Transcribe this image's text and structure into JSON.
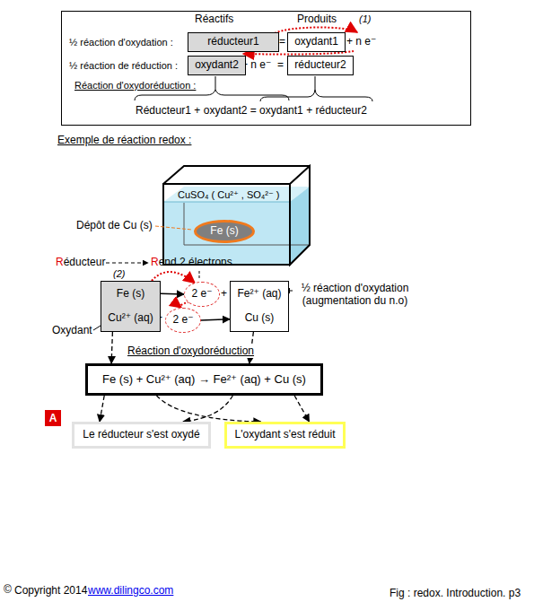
{
  "diagram": {
    "nodes": [
      {
        "text": [
          "Réactifs",
          "Produits",
          "½ réaction d'oxydation :",
          "½ réaction de réduction :",
          "Réaction d'oxydoréduction :",
          "Réducteur1 + oxydant2 = oxydant1 + réducteur2"
        ]
      },
      {
        "text": [
          "réducteur1"
        ],
        "in": 0
      },
      {
        "text": [
          "oxydant1"
        ],
        "in": 0
      },
      {
        "text": [
          "oxydant2"
        ],
        "in": 0
      },
      {
        "text": [
          "réducteur2"
        ],
        "in": 0
      },
      {
        "text": [
          "Fe (s)"
        ]
      },
      {
        "text": [
          "Fe (s)",
          "Cu²⁺ (aq)"
        ]
      },
      {
        "text": [
          "Fe²⁺ (aq)",
          "Cu (s)"
        ]
      },
      {
        "text": [
          "2 e⁻"
        ]
      },
      {
        "text": [
          "2 e⁻"
        ]
      },
      {
        "text": [
          "Fe (s) + Cu²⁺ (aq) → Fe²⁺ (aq) + Cu (s)"
        ]
      },
      {
        "text": [
          "Le réducteur s'est oxydé"
        ]
      },
      {
        "text": [
          "L'oxydant s'est réduit"
        ]
      }
    ],
    "edges": [
      {
        "from": 6,
        "to": 8,
        "arrow": "to"
      },
      {
        "from": 6,
        "to": 8,
        "arrow": "to"
      },
      {
        "from": 8,
        "to": 9,
        "arrow": "to"
      },
      {
        "from": 9,
        "to": 7,
        "arrow": "to"
      },
      {
        "from": 6,
        "to": 10,
        "arrow": "to"
      },
      {
        "from": 7,
        "to": 10,
        "arrow": "to"
      },
      {
        "from": 10,
        "to": 11,
        "arrow": "to"
      },
      {
        "from": 10,
        "to": 11,
        "arrow": "to"
      },
      {
        "from": 10,
        "to": 12,
        "arrow": "to"
      },
      {
        "from": 10,
        "to": 12,
        "arrow": "to"
      }
    ],
    "labels": [
      "(1)",
      "=",
      "+ n e⁻",
      "+ n e⁻",
      "=",
      "Exemple de réaction redox :",
      "CuSO₄ ( Cu²⁺ , SO₄²⁻ )",
      "Dépôt de Cu (s)",
      "Réducteur",
      "Rend 2 électrons",
      "(2)",
      "+",
      "+",
      "½ réaction d'oxydation (augmentation du n.o)",
      "Oxydant",
      "Réaction d'oxydoréduction",
      "A",
      "©",
      "Copyright 2014",
      "www.dilingco.com",
      "Fig :  redox. Introduction. p3"
    ]
  }
}
